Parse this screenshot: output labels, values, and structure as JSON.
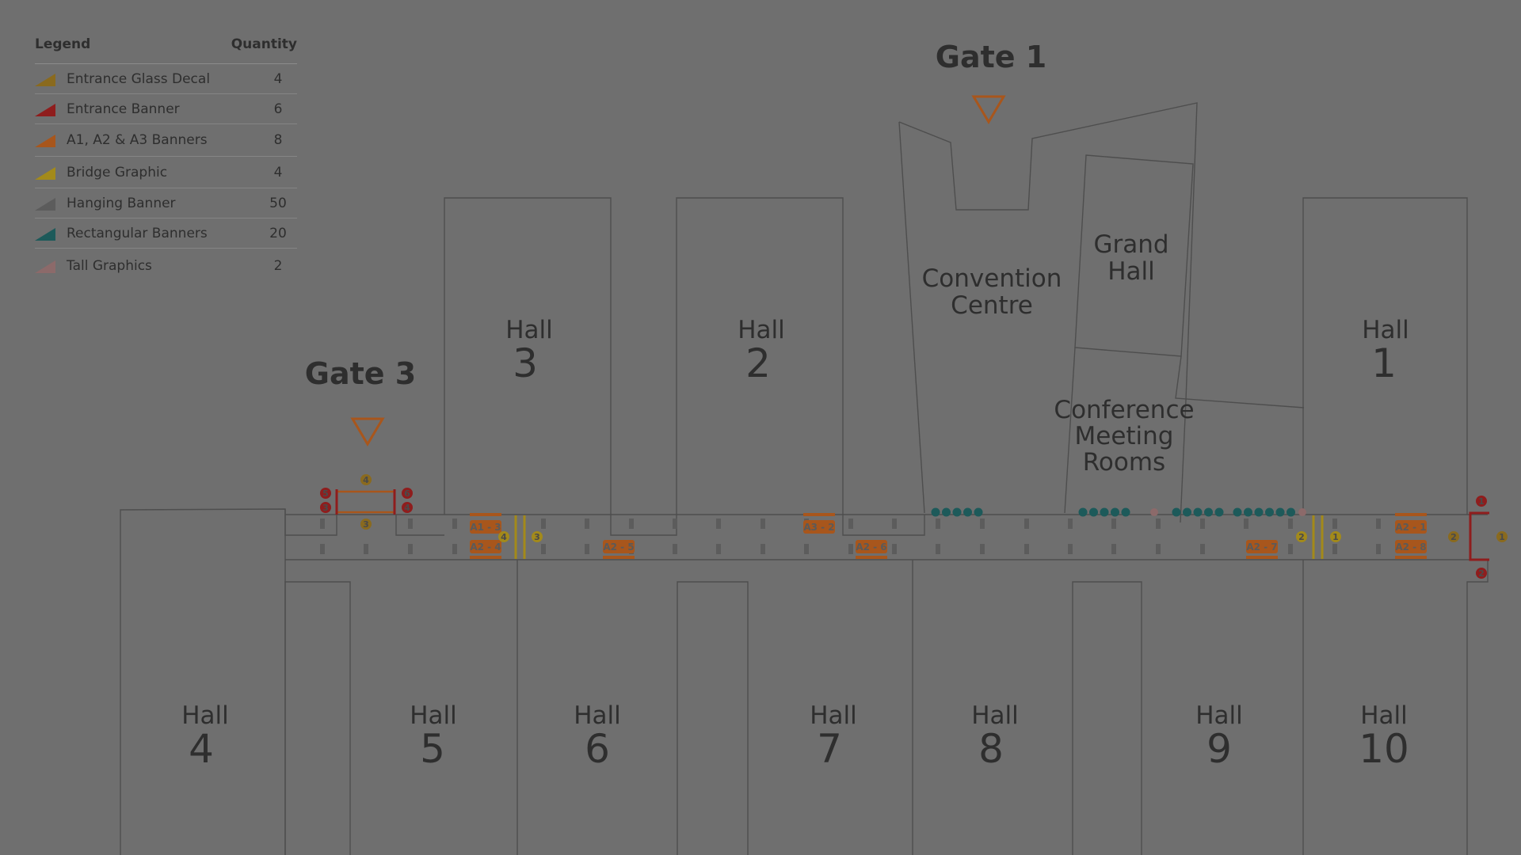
{
  "legend": {
    "header_label": "Legend",
    "header_quantity": "Quantity",
    "items": [
      {
        "label": "Entrance Glass Decal",
        "quantity": "4",
        "color": "#8a6a1e"
      },
      {
        "label": "Entrance Banner",
        "quantity": "6",
        "color": "#8f1d1d"
      },
      {
        "label": "A1, A2 & A3 Banners",
        "quantity": "8",
        "color": "#a8561c"
      },
      {
        "label": "Bridge Graphic",
        "quantity": "4",
        "color": "#a38a1a"
      },
      {
        "label": "Hanging Banner",
        "quantity": "50",
        "color": "#5c5c5c"
      },
      {
        "label": "Rectangular Banners",
        "quantity": "20",
        "color": "#1d5a5a"
      },
      {
        "label": "Tall Graphics",
        "quantity": "2",
        "color": "#8c6a6a"
      }
    ]
  },
  "gates": {
    "gate1": "Gate 1",
    "gate3": "Gate 3"
  },
  "buildings": {
    "hall_word": "Hall",
    "convention_line1": "Convention",
    "convention_line2": "Centre",
    "grand_line1": "Grand",
    "grand_line2": "Hall",
    "conf_line1": "Conference",
    "conf_line2": "Meeting",
    "conf_line3": "Rooms",
    "hall_numbers": {
      "h1": "1",
      "h2": "2",
      "h3": "3",
      "h4": "4",
      "h5": "5",
      "h6": "6",
      "h7": "7",
      "h8": "8",
      "h9": "9",
      "h10": "10"
    }
  },
  "banner_tags": {
    "a1_3": "A1 - 3",
    "a2_4": "A2 - 4",
    "a2_5": "A2 - 5",
    "a3_2": "A3 - 2",
    "a2_6": "A2 - 6",
    "a2_7": "A2 - 7",
    "a2_1": "A2 - 1",
    "a2_8": "A2 - 8"
  },
  "markers": {
    "gate3_top": "4",
    "gate3_bottom": "3",
    "gate3_left_top": "5",
    "gate3_left_bottom": "3",
    "gate3_right_top": "6",
    "gate3_right_bottom": "4",
    "bridge_left_a": "4",
    "bridge_left_b": "3",
    "bridge_right_a": "2",
    "bridge_right_b": "1",
    "entry_right_top": "1",
    "entry_right_bottom": "2",
    "decal_right_a": "2",
    "decal_right_b": "1"
  },
  "colors": {
    "background": "#6f6f6f",
    "outline": "#4e4e4e",
    "orange": "#a8561c",
    "red": "#8f1d1d",
    "yellow": "#a38a1a",
    "teal": "#1d5a5a",
    "grey_mark": "#5c5c5c"
  }
}
